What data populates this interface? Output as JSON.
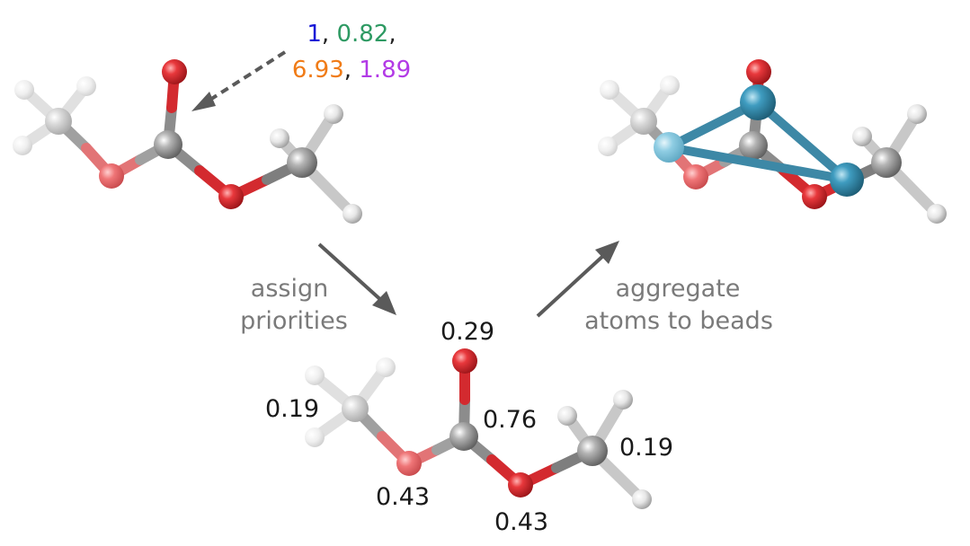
{
  "colors": {
    "carbon": "#8e8e8e",
    "oxygen": "#d9262b",
    "hydrogen": "#dcdcdc",
    "bead": "#3a8fb0",
    "bead_bond": "#3d88a6",
    "arrow": "#5a5a5a",
    "caption": "#7a7a7a",
    "num_blue": "#1515d6",
    "num_green": "#2e9a63",
    "num_orange": "#f07b16",
    "num_purple": "#b23ae6",
    "num_black": "#1a1a1a",
    "punct": "#222222"
  },
  "features": {
    "line1": [
      {
        "text": "1",
        "color": "num_blue"
      },
      {
        "text": ", ",
        "color": "punct"
      },
      {
        "text": "0.82",
        "color": "num_green"
      },
      {
        "text": ",",
        "color": "punct"
      }
    ],
    "line2": [
      {
        "text": "6.93",
        "color": "num_orange"
      },
      {
        "text": ", ",
        "color": "punct"
      },
      {
        "text": "1.89",
        "color": "num_purple"
      }
    ]
  },
  "captions": {
    "assign_line1": "assign",
    "assign_line2": "priorities",
    "aggregate_line1": "aggregate",
    "aggregate_line2": "atoms to beads"
  },
  "priorities": {
    "carbonyl_oxygen": "0.29",
    "left_methyl": "0.19",
    "carbonyl_carbon": "0.76",
    "right_methyl": "0.19",
    "left_ester_oxygen": "0.43",
    "right_ester_oxygen": "0.43"
  }
}
